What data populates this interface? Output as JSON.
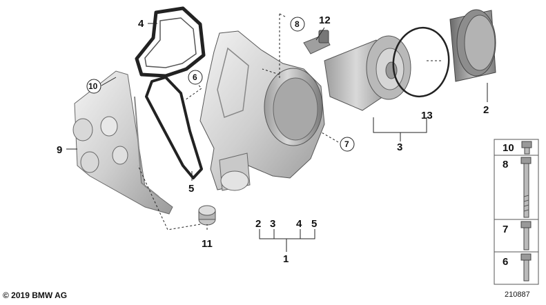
{
  "diagram": {
    "copyright": "© 2019 BMW AG",
    "drawing_number": "210887",
    "callouts": {
      "c1": "1",
      "c2": "2",
      "c3": "3",
      "c4": "4",
      "c5": "5",
      "c6": "6",
      "c7": "7",
      "c8": "8",
      "c9": "9",
      "c10": "10",
      "c11": "11",
      "c12": "12",
      "c13": "13"
    },
    "group_labels": [
      "2",
      "3",
      "4",
      "5"
    ],
    "bolt_panel_labels": [
      "10",
      "8",
      "7",
      "6"
    ]
  }
}
